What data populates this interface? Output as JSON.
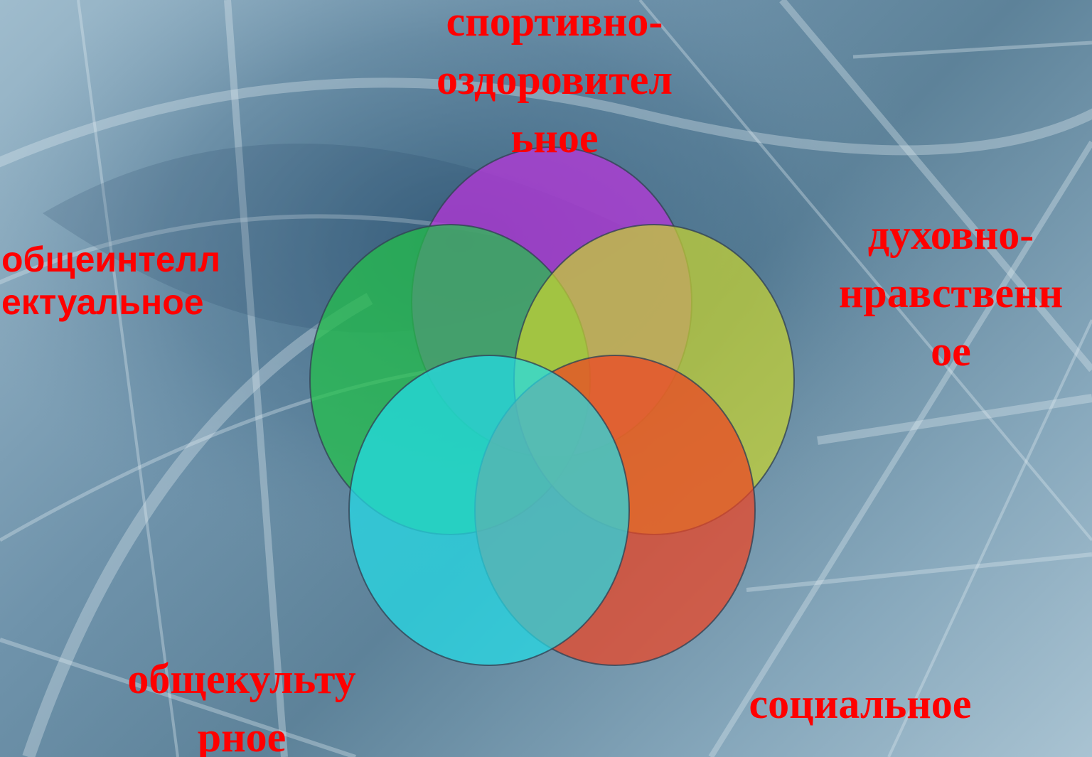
{
  "labels": {
    "sport": [
      "спортивно-",
      "оздоровител",
      "ьное"
    ],
    "spirit": [
      "духовно-",
      "нравственн",
      "ое"
    ],
    "intel": [
      "общеинтелл",
      "ектуальное"
    ],
    "culture": [
      "общекульту",
      "рное"
    ],
    "social": [
      "социальное"
    ]
  },
  "colors": {
    "label_text": "#ff0000",
    "circle_sport": "#bb33dd",
    "circle_spirit": "#c6d232",
    "circle_intel": "#22c24a",
    "circle_social": "#ee4422",
    "circle_culture": "#22dde8",
    "circle_outline": "#334455"
  }
}
